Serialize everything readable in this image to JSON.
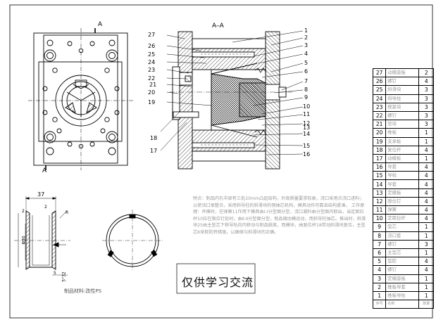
{
  "section_marks": {
    "plan_section_top": "A",
    "plan_section_bottom": "A",
    "section_view_title": "A–A"
  },
  "part_numbers_left": [
    "27",
    "26",
    "25",
    "24",
    "23",
    "22",
    "21",
    "20",
    "19",
    "18",
    "17"
  ],
  "part_numbers_right": [
    "1",
    "2",
    "3",
    "4",
    "5",
    "6",
    "7",
    "8",
    "9",
    "10",
    "11",
    "12",
    "13",
    "14",
    "15",
    "16"
  ],
  "product_dimensions": {
    "overall_width": "37",
    "d1": "2",
    "d2": "2",
    "d3": "R",
    "d4": "Φ30",
    "d5": "5",
    "d6": "5°32"
  },
  "product_material": "制品材料:改性PS",
  "technical_notes": {
    "text": "特点：制品内孔中部有三处20mm凸起结构，外观质量要求较高，浇口采用点浇口进料；以使流口很整合，采用斜导柱的斜滑块的侧抽芯机构，模具动作可靠且结构紧凑。 工作原理：开模时，在弹簧11作用下模具由Ⅰ-Ⅰ分型面分型，浇口凝料由分型面内取出，当定距拉杆10拉在限位钉处时，由Ⅱ-Ⅱ分型面分型，制品随动模运动，而斜导柱抽芯。推出时，斜滑块25由主型芯下移导轨向内移动与制品脱离，而模块，由复位杆18带动斜滑块复位，主型芯6采取防转措施，以确保与斜滑块的正确。"
  },
  "watermark_text": "仅供学习交流",
  "bom_header": {
    "no": "序号",
    "name": "名称",
    "qty": "数量"
  },
  "bom": [
    {
      "no": "27",
      "name": "动模座板",
      "qty": "2"
    },
    {
      "no": "26",
      "name": "螺钉",
      "qty": "4"
    },
    {
      "no": "25",
      "name": "斜滑块",
      "qty": "3"
    },
    {
      "no": "24",
      "name": "斜导柱",
      "qty": "3"
    },
    {
      "no": "23",
      "name": "楔紧块",
      "qty": "3"
    },
    {
      "no": "22",
      "name": "螺钉",
      "qty": "3"
    },
    {
      "no": "21",
      "name": "垫块",
      "qty": "3"
    },
    {
      "no": "20",
      "name": "推板",
      "qty": "1"
    },
    {
      "no": "19",
      "name": "支承板",
      "qty": "1"
    },
    {
      "no": "18",
      "name": "复位杆",
      "qty": "4"
    },
    {
      "no": "17",
      "name": "动模板",
      "qty": "1"
    },
    {
      "no": "16",
      "name": "导套",
      "qty": "4"
    },
    {
      "no": "15",
      "name": "导柱",
      "qty": "4"
    },
    {
      "no": "14",
      "name": "导套",
      "qty": "4"
    },
    {
      "no": "13",
      "name": "定模板",
      "qty": "4"
    },
    {
      "no": "12",
      "name": "限位钉",
      "qty": "4"
    },
    {
      "no": "11",
      "name": "弹簧",
      "qty": "4"
    },
    {
      "no": "10",
      "name": "定距拉杆",
      "qty": "4"
    },
    {
      "no": "9",
      "name": "型芯",
      "qty": "1"
    },
    {
      "no": "8",
      "name": "浇口套",
      "qty": "1"
    },
    {
      "no": "7",
      "name": "螺钉",
      "qty": "3"
    },
    {
      "no": "6",
      "name": "主型芯",
      "qty": "1"
    },
    {
      "no": "5",
      "name": "型腔",
      "qty": "4"
    },
    {
      "no": "4",
      "name": "螺钉",
      "qty": "4"
    },
    {
      "no": "3",
      "name": "定模座板",
      "qty": "1"
    },
    {
      "no": "2",
      "name": "推板导套",
      "qty": "1"
    },
    {
      "no": "1",
      "name": "推板导柱",
      "qty": "1"
    }
  ]
}
